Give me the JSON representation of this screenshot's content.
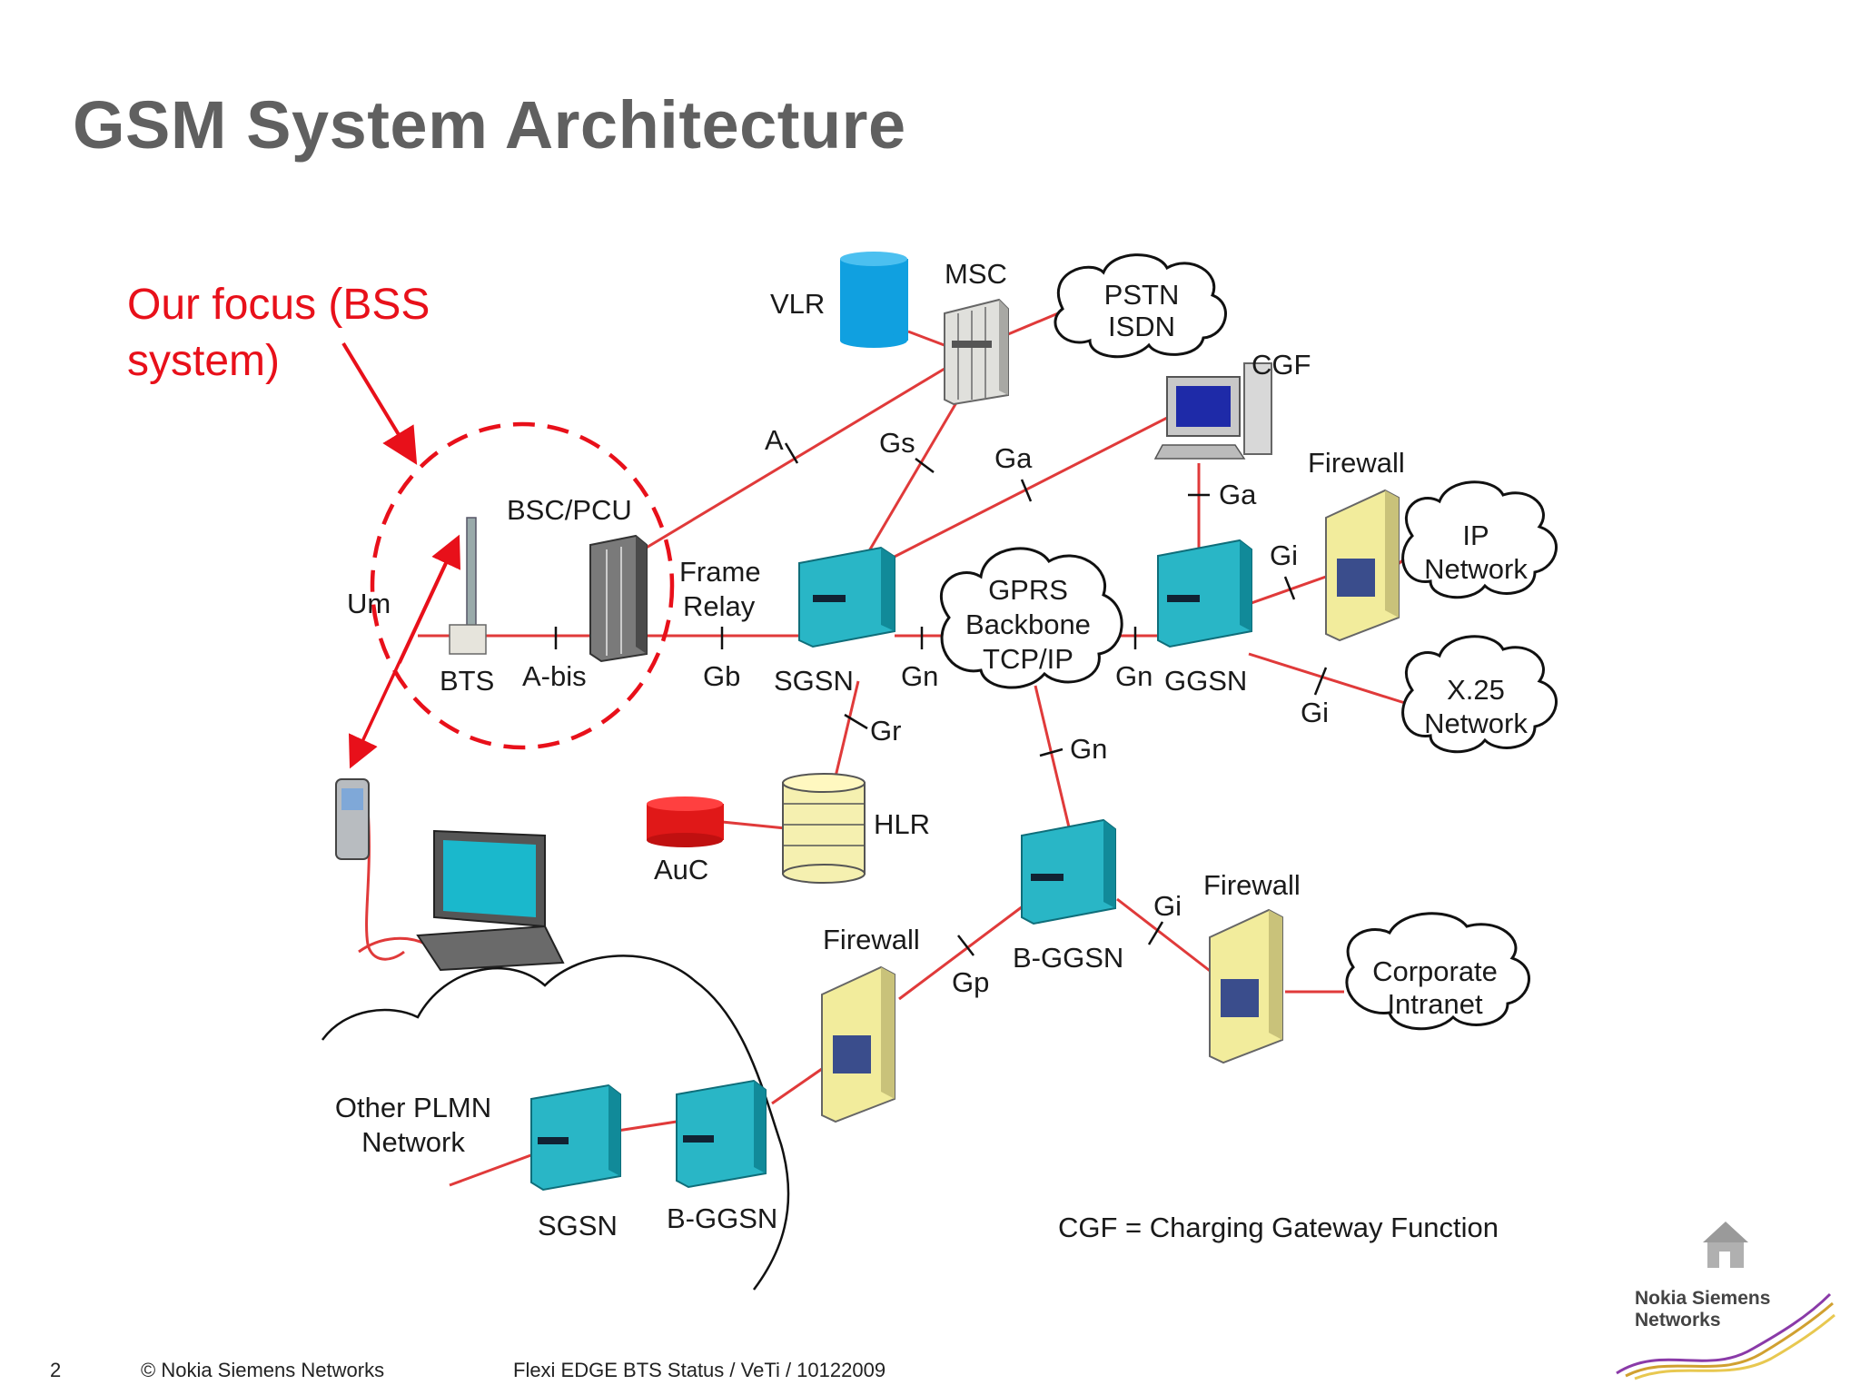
{
  "slide": {
    "title": "GSM System Architecture",
    "focus_note_line1": "Our focus (BSS",
    "focus_note_line2": "system)",
    "legend": "CGF = Charging Gateway Function"
  },
  "diagram": {
    "nodes": {
      "vlr": "VLR",
      "msc": "MSC",
      "pstn_line1": "PSTN",
      "pstn_line2": "ISDN",
      "cgf": "CGF",
      "firewall_top": "Firewall",
      "ip_line1": "IP",
      "ip_line2": "Network",
      "bsc_pcu": "BSC/PCU",
      "frame_relay_line1": "Frame",
      "frame_relay_line2": "Relay",
      "bts": "BTS",
      "sgsn": "SGSN",
      "gprs_line1": "GPRS",
      "gprs_line2": "Backbone",
      "gprs_line3": "TCP/IP",
      "ggsn": "GGSN",
      "x25_line1": "X.25",
      "x25_line2": "Network",
      "hlr": "HLR",
      "auc": "AuC",
      "b_ggsn": "B-GGSN",
      "firewall_mid": "Firewall",
      "firewall_low": "Firewall",
      "corporate_line1": "Corporate",
      "corporate_line2": "Intranet",
      "other_plmn_line1": "Other PLMN",
      "other_plmn_line2": "Network",
      "sgsn_other": "SGSN",
      "b_ggsn_other": "B-GGSN"
    },
    "interfaces": {
      "um": "Um",
      "a_bis": "A-bis",
      "gb": "Gb",
      "a": "A",
      "gs": "Gs",
      "ga_sgsn": "Ga",
      "ga_ggsn": "Ga",
      "gi_ip": "Gi",
      "gi_x25": "Gi",
      "gn_sgsn": "Gn",
      "gn_ggsn": "Gn",
      "gn_bggsn": "Gn",
      "gr": "Gr",
      "gi_bggsn": "Gi",
      "gp": "Gp"
    }
  },
  "footer": {
    "page": "2",
    "copyright": "© Nokia Siemens Networks",
    "doc": "Flexi EDGE BTS Status / VeTi / 10122009"
  },
  "logo": {
    "line1": "Nokia Siemens",
    "line2": "Networks"
  },
  "colors": {
    "link": "#e03a3a",
    "accent_red": "#e8101a",
    "server": "#29b6c6",
    "firewall": "#f2ec9c",
    "vlr": "#10a0e0",
    "auc": "#e01818"
  }
}
